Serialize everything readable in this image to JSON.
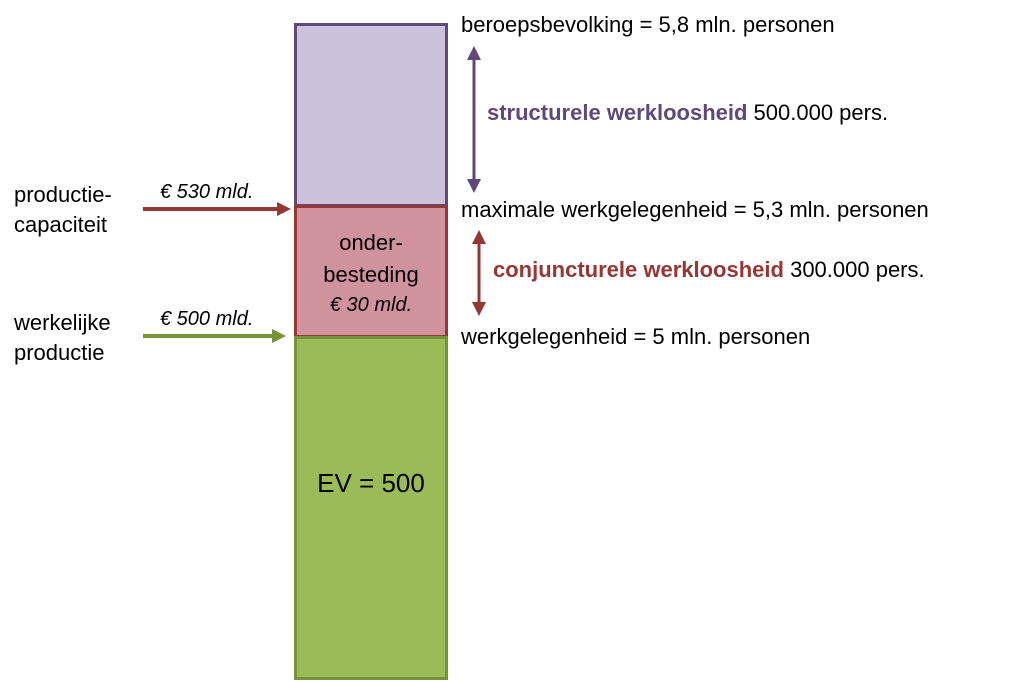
{
  "colors": {
    "structural_fill": "#ccc1da",
    "structural_border": "#5f497a",
    "under_fill": "#d0929c",
    "under_border": "#953735",
    "ev_fill": "#9bbb59",
    "ev_border": "#77933c",
    "capacity_arrow": "#953735",
    "production_arrow": "#77933c",
    "structural_arrow": "#5f497a",
    "cyclical_arrow": "#953735"
  },
  "left": {
    "capacity_label_line1": "productie-",
    "capacity_label_line2": "capaciteit",
    "capacity_value": "€ 530 mld.",
    "production_label_line1": "werkelijke",
    "production_label_line2": "productie",
    "production_value": "€ 500 mld."
  },
  "column": {
    "under_line1": "onder-",
    "under_line2": "besteding",
    "under_value": "€ 30 mld.",
    "ev_label": "EV = 500"
  },
  "right": {
    "labor_force": "beroepsbevolking = 5,8 mln. personen",
    "structural_name": "structurele werkloosheid",
    "structural_value": "500.000 pers.",
    "max_employment": "maximale werkgelegenheid = 5,3 mln. personen",
    "cyclical_name": "conjuncturele werkloosheid",
    "cyclical_value": "300.000 pers.",
    "employment": "werkgelegenheid = 5 mln. personen"
  }
}
